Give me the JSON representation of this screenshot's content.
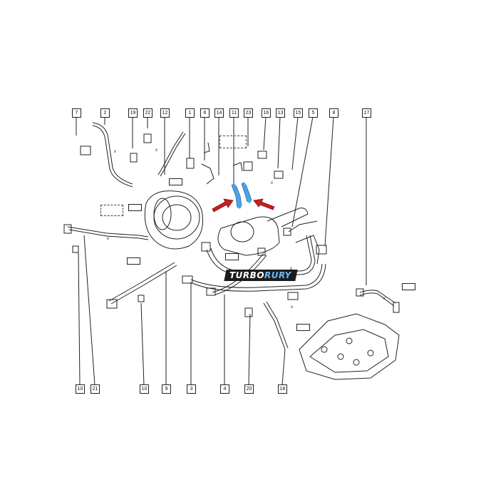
{
  "diagram": {
    "callouts_top": [
      "7",
      "2",
      "19",
      "22",
      "12",
      "1",
      "6",
      "14",
      "11",
      "23",
      "16",
      "13",
      "15",
      "5",
      "8",
      "17"
    ],
    "callouts_bottom": [
      "10",
      "21",
      "10",
      "9",
      "3",
      "4",
      "20",
      "18"
    ],
    "dimension_marker": "x",
    "logo": {
      "part1": "TURBO",
      "part2": "RURY"
    },
    "colors": {
      "line": "#222222",
      "highlight_hose": "#4da3e8",
      "arrow": "#cc1e1e",
      "logo_bg": "#1b1b1b",
      "logo_accent": "#6bb8ff"
    }
  }
}
